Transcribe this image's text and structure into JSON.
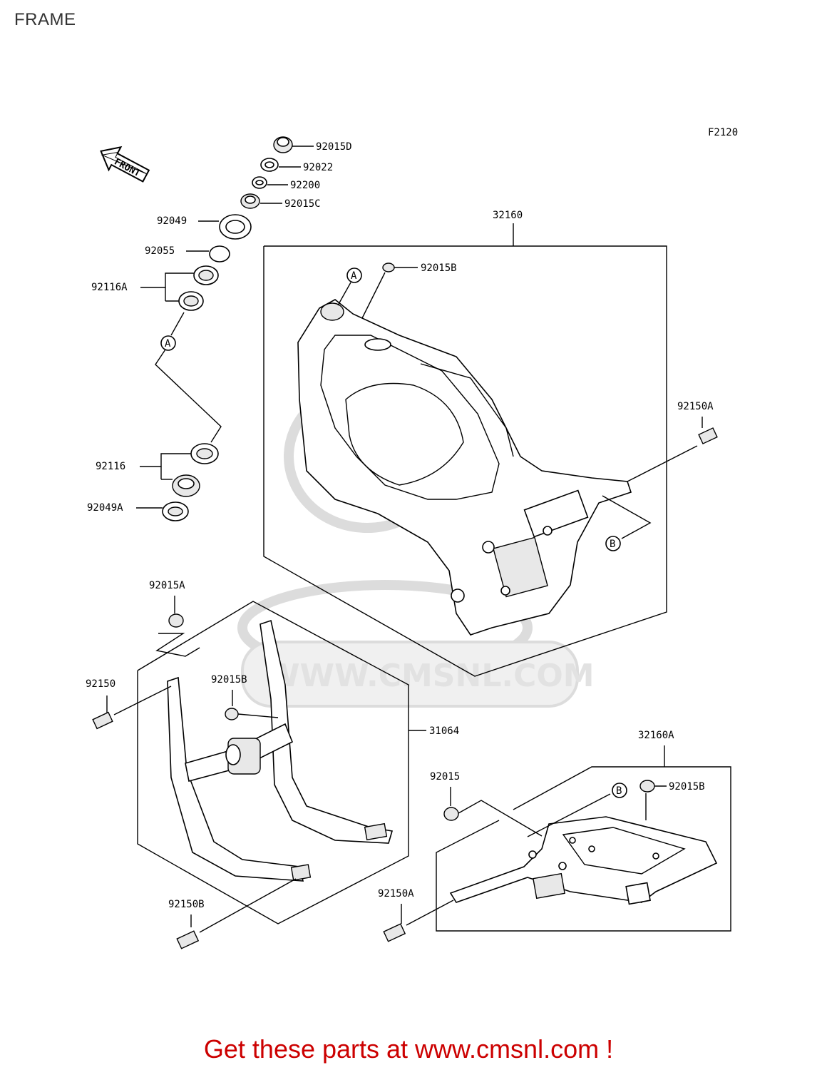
{
  "page": {
    "title": "FRAME"
  },
  "diagram": {
    "code": "F2120",
    "front_label": "FRONT",
    "ref_a": "A",
    "ref_b": "B",
    "parts": [
      {
        "id": "92015D"
      },
      {
        "id": "92022"
      },
      {
        "id": "92200"
      },
      {
        "id": "92015C"
      },
      {
        "id": "92049"
      },
      {
        "id": "92055"
      },
      {
        "id": "92116A"
      },
      {
        "id": "92116"
      },
      {
        "id": "92049A"
      },
      {
        "id": "32160"
      },
      {
        "id": "92015B"
      },
      {
        "id": "92150A"
      },
      {
        "id": "92015A"
      },
      {
        "id": "92150"
      },
      {
        "id": "31064"
      },
      {
        "id": "92150B"
      },
      {
        "id": "32160A"
      },
      {
        "id": "92015"
      }
    ],
    "labels": {
      "p92015D": "92015D",
      "p92022": "92022",
      "p92200": "92200",
      "p92015C": "92015C",
      "p92049": "92049",
      "p92055": "92055",
      "p92116A": "92116A",
      "p92116": "92116",
      "p92049A": "92049A",
      "p32160": "32160",
      "p92015B_top": "92015B",
      "p92150A_top": "92150A",
      "p92015A": "92015A",
      "p92150": "92150",
      "p92015B_mid": "92015B",
      "p31064": "31064",
      "p92150B": "92150B",
      "p32160A": "32160A",
      "p92015": "92015",
      "p92015B_bot": "92015B",
      "p92150A_bot": "92150A"
    },
    "watermark": "WWW.CMSNL.COM"
  },
  "footer": {
    "text": "Get these parts at www.cmsnl.com !"
  },
  "colors": {
    "footer_text": "#cc0000",
    "line": "#000000",
    "watermark": "#dcdcdc"
  }
}
